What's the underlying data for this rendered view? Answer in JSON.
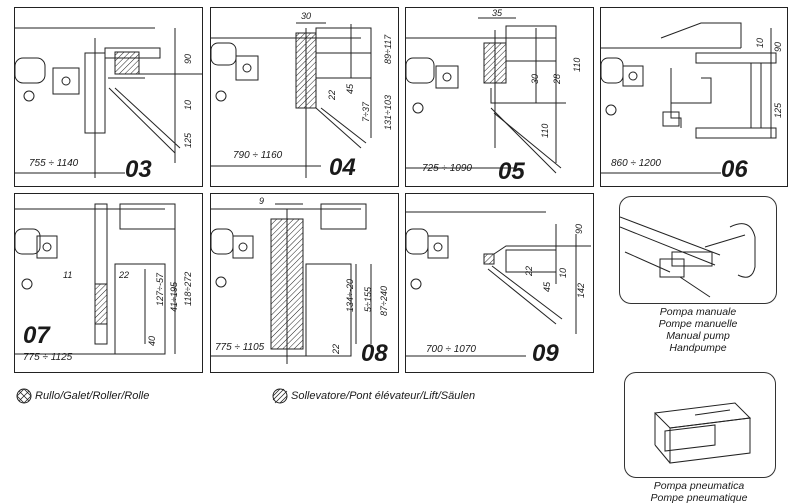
{
  "panels": [
    {
      "id": "03",
      "range": "755 ÷ 1140",
      "dims": {
        "h90": "90",
        "h10": "10",
        "h125": "125"
      }
    },
    {
      "id": "04",
      "range": "790 ÷ 1160",
      "dims": {
        "top": "30",
        "a": "89÷117",
        "b": "131÷103",
        "c": "7÷37",
        "d": "45",
        "e": "22"
      }
    },
    {
      "id": "05",
      "range": "725 ÷ 1090",
      "dims": {
        "top": "35",
        "a": "110",
        "b": "28",
        "c": "30",
        "d": "110"
      }
    },
    {
      "id": "06",
      "range": "860 ÷ 1200",
      "dims": {
        "a": "10",
        "b": "90",
        "c": "125"
      }
    },
    {
      "id": "07",
      "range": "775 ÷ 1125",
      "dims": {
        "a": "11",
        "b": "22",
        "c": "127÷-57",
        "d": "41÷195",
        "e": "118÷272",
        "f": "40"
      }
    },
    {
      "id": "08",
      "range": "775 ÷ 1105",
      "dims": {
        "top": "9",
        "a": "134÷-20",
        "b": "5÷155",
        "c": "87÷240",
        "d": "22"
      }
    },
    {
      "id": "09",
      "range": "700 ÷ 1070",
      "dims": {
        "a": "90",
        "b": "22",
        "c": "45",
        "d": "10",
        "e": "142"
      }
    }
  ],
  "legend": {
    "roller": "Rullo/Galet/Roller/Rolle",
    "lift": "Sollevatore/Pont élévateur/Lift/Säulen"
  },
  "pumps": {
    "manual": [
      "Pompa manuale",
      "Pompe manuelle",
      "Manual pump",
      "Handpumpe"
    ],
    "pneumatic": [
      "Pompa pneumatica",
      "Pompe pneumatique"
    ]
  }
}
